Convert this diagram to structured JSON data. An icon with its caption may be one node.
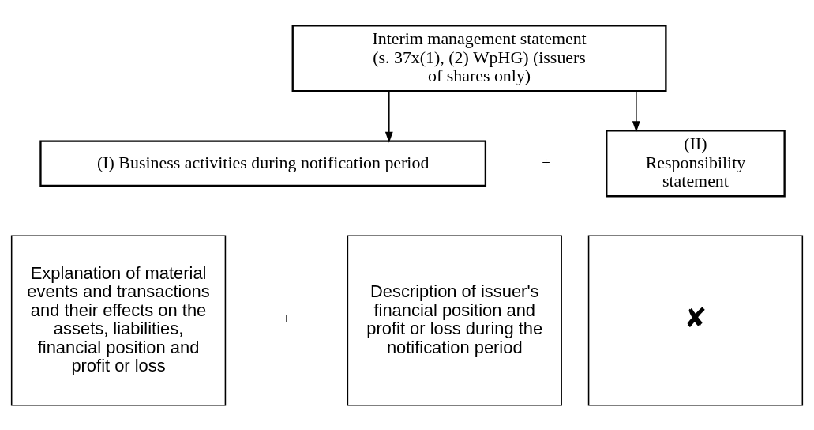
{
  "diagram": {
    "nodes": [
      {
        "text": [
          "Interim management statement (s. 37x(1), (2) WpHG) (issuers of shares only)"
        ]
      },
      {
        "text": [
          "(I) Business activities during notification period"
        ]
      },
      {
        "text": [
          "(II) Responsibility statement"
        ]
      },
      {
        "text": [
          "Explanation of material events and transactions and their effects on the assets, liabilities, financial position and profit or loss"
        ]
      },
      {
        "text": [
          "Description of issuer's financial position and profit or loss during the notification period"
        ]
      },
      {
        "text": [
          "✘"
        ]
      }
    ],
    "edges": [
      {
        "from": 0,
        "to": 1,
        "arrow": "to"
      },
      {
        "from": 0,
        "to": 2,
        "arrow": "to"
      }
    ],
    "labels": [
      "+",
      "+"
    ]
  }
}
